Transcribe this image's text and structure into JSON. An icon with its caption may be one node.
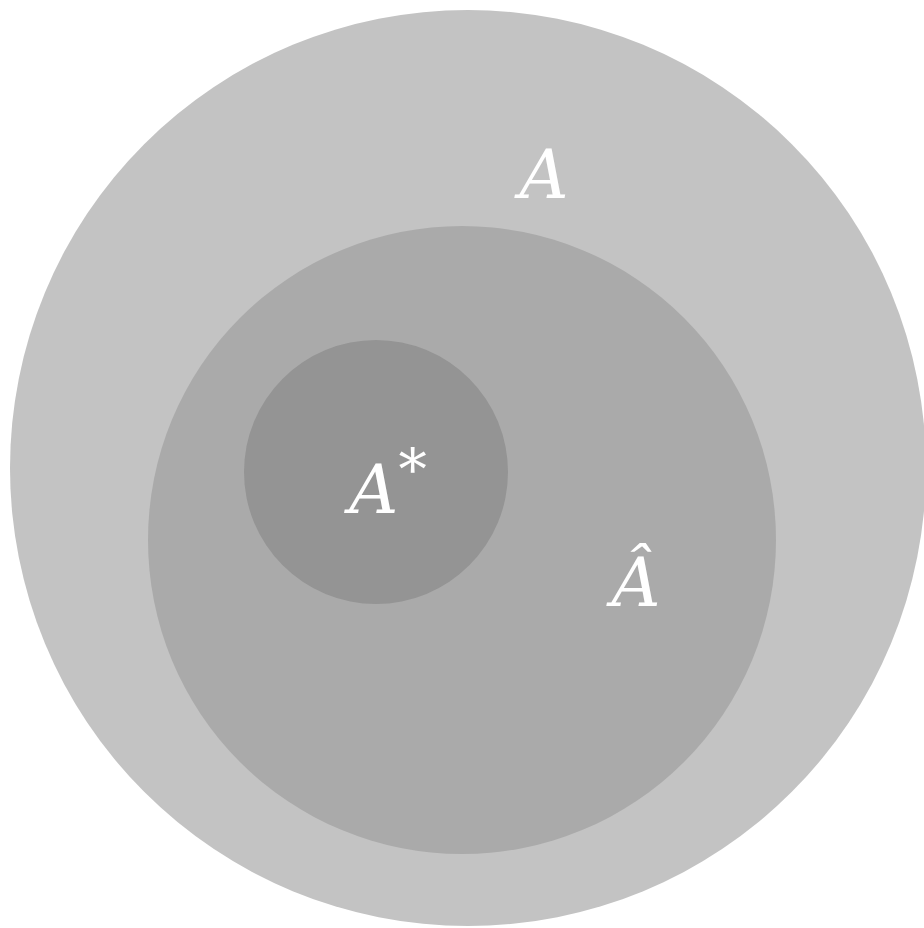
{
  "diagram": {
    "nodes": [
      {
        "text": [
          "*A*"
        ]
      },
      {
        "text": [
          "*Â*"
        ],
        "in": 0
      },
      {
        "text": [
          "*A*$^{*}$"
        ],
        "in": 1
      }
    ]
  }
}
